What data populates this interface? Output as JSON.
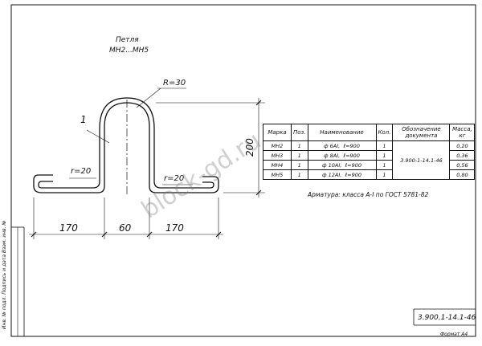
{
  "drawing": {
    "title_line1": "Петля",
    "title_line2": "МН2...МН5",
    "radius_label": "R=30",
    "position_label": "1",
    "r_left_label": "r=20",
    "r_right_label": "r=20",
    "dim_left": "170",
    "dim_mid": "60",
    "dim_right": "170",
    "dim_height": "200"
  },
  "table": {
    "headers": [
      "Марка",
      "Поз.",
      "Наименование",
      "Кол.",
      "Обозначение документа",
      "Масса, кг"
    ],
    "rows": [
      {
        "mark": "МН2",
        "pos": "1",
        "name": "ф 6АI,",
        "len": "ℓ=900",
        "qty": "1",
        "mass": "0,20"
      },
      {
        "mark": "МН3",
        "pos": "1",
        "name": "ф 8АI,",
        "len": "ℓ=900",
        "qty": "1",
        "mass": "0,36"
      },
      {
        "mark": "МН4",
        "pos": "1",
        "name": "ф 10АI,",
        "len": "ℓ=900",
        "qty": "1",
        "mass": "0,56"
      },
      {
        "mark": "МН5",
        "pos": "1",
        "name": "ф 12АI,",
        "len": "ℓ=900",
        "qty": "1",
        "mass": "0,80"
      }
    ],
    "doc": "3.900-1-14.1-46"
  },
  "note": "Арматура: класса A-I по ГОСТ 5781-82",
  "stamp": "Инв. № подл.  Подпись и дата  Взам. инв. №",
  "doc_code": "3.900.1-14.1-46",
  "format": "Формат А4",
  "watermark": "block-gd.ru"
}
